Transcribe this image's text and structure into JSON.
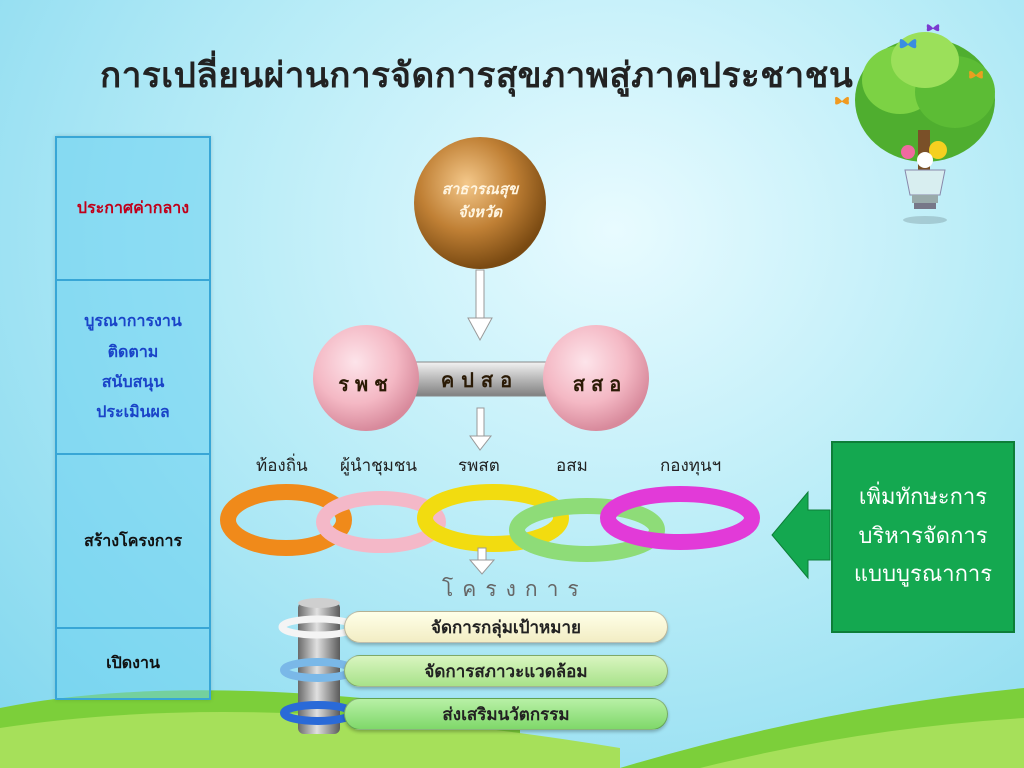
{
  "title": "การเปลี่ยนผ่านการจัดการสุขภาพสู่ภาคประชาชน",
  "stages": [
    {
      "lines": [
        "ประกาศค่ากลาง"
      ]
    },
    {
      "lines": [
        "บูรณาการงาน",
        "ติดตาม",
        "สนับสนุน",
        "ประเมินผล"
      ]
    },
    {
      "lines": [
        "สร้างโครงการ"
      ]
    },
    {
      "lines": [
        "เปิดงาน"
      ]
    }
  ],
  "top_orb": {
    "line1": "สาธารณสุข",
    "line2": "จังหวัด"
  },
  "dumbbell": {
    "left": "รพช",
    "bar": "คปสอ",
    "right": "สสอ"
  },
  "organizations": [
    "ท้องถิ่น",
    "ผู้นำชุมชน",
    "รพสต",
    "อสม",
    "กองทุนฯ"
  ],
  "project_label": "โครงการ",
  "activities": [
    "จัดการกลุ่มเป้าหมาย",
    "จัดการสภาวะแวดล้อม",
    "ส่งเสริมนวัตกรรม"
  ],
  "callout": {
    "lines": [
      "เพิ่มทักษะการ",
      "บริหารจัดการ",
      "แบบบูรณาการ"
    ]
  },
  "colors": {
    "callout": "#14a850",
    "ring_orange": "#f08a1a",
    "ring_pink": "#f4b8c8",
    "ring_yellow": "#f2dc10",
    "ring_green": "#8edc78",
    "ring_magenta": "#e23ad8",
    "orb_gold": "#b8782a",
    "orb_pink": "#f4b8c4"
  },
  "icons": [
    "tree-lightbulb-icon",
    "butterfly-icon",
    "arrow-down-icon",
    "arrow-left-icon"
  ]
}
